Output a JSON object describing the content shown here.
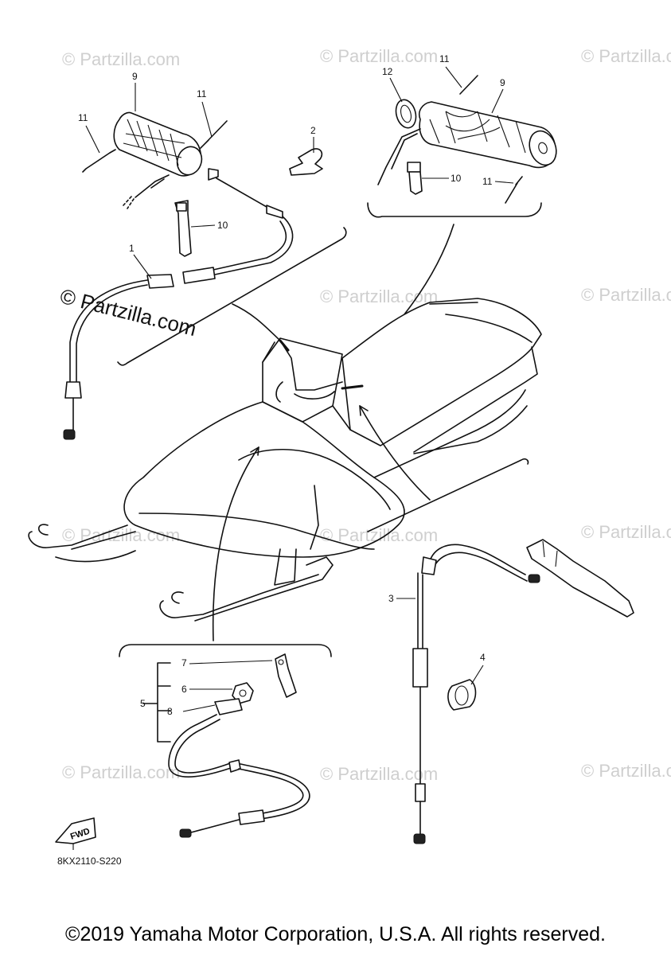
{
  "callouts": {
    "c1": "1",
    "c2": "2",
    "c3": "3",
    "c4": "4",
    "c5": "5",
    "c6": "6",
    "c7": "7",
    "c8": "8",
    "c9a": "9",
    "c9b": "9",
    "c10a": "10",
    "c10b": "10",
    "c11a": "11",
    "c11b": "11",
    "c11c": "11",
    "c11d": "11",
    "c12": "12"
  },
  "fwd_label": "FWD",
  "diagram_code": "8KX2110-S220",
  "watermark": {
    "main": "© Partzilla.com",
    "repeat": "© Partzilla.com"
  },
  "copyright": "©2019 Yamaha Motor Corporation, U.S.A. All rights reserved."
}
